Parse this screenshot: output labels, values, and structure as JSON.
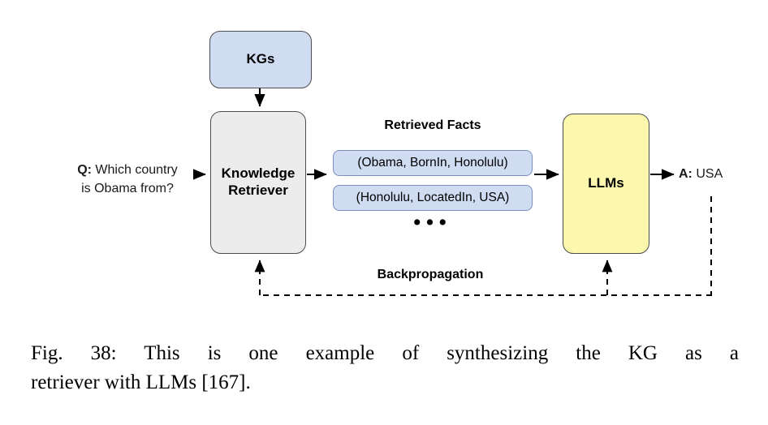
{
  "figure": {
    "nodes": {
      "kgs": {
        "label": "KGs",
        "color": "#cfdcf2"
      },
      "retriever": {
        "label": "Knowledge\nRetriever",
        "line1": "Knowledge",
        "line2": "Retriever",
        "color": "#ececec"
      },
      "llms": {
        "label": "LLMs",
        "color": "#fbf8ae"
      }
    },
    "retrieved_facts": {
      "label": "Retrieved Facts",
      "items": [
        "(Obama, BornIn, Honolulu)",
        "(Honolulu, LocatedIn, USA)"
      ],
      "ellipsis": "•••",
      "box_color": "#cfdcf2",
      "box_border": "#7b8fbf"
    },
    "question": {
      "prefix": "Q:",
      "line1": " Which country",
      "line2": "is Obama from?"
    },
    "answer": {
      "prefix": "A:",
      "text": " USA"
    },
    "backpropagation_label": "Backpropagation"
  },
  "caption": {
    "line1": "Fig. 38: This is one example of synthesizing the KG as a",
    "line2": "retriever with LLMs [167]."
  }
}
